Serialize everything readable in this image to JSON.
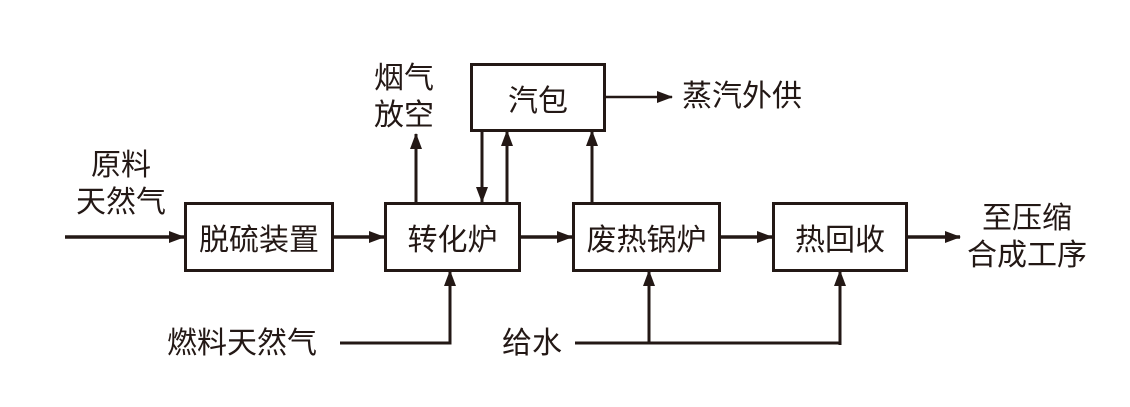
{
  "diagram": {
    "type": "process-flow",
    "nodes": {
      "desulfurization": "脱硫装置",
      "reformer": "转化炉",
      "waste_heat_boiler": "废热锅炉",
      "heat_recovery": "热回收",
      "steam_drum": "汽包"
    },
    "labels": {
      "feed_gas": [
        "原料",
        "天然气"
      ],
      "flue_gas": [
        "烟气",
        "放空"
      ],
      "steam_export": "蒸汽外供",
      "to_compression": [
        "至压缩",
        "合成工序"
      ],
      "fuel_gas": "燃料天然气",
      "feed_water": "给水"
    },
    "edges": [
      {
        "from": "原料天然气",
        "to": "脱硫装置"
      },
      {
        "from": "脱硫装置",
        "to": "转化炉"
      },
      {
        "from": "转化炉",
        "to": "废热锅炉"
      },
      {
        "from": "废热锅炉",
        "to": "热回收"
      },
      {
        "from": "热回收",
        "to": "至压缩合成工序"
      },
      {
        "from": "转化炉",
        "to": "烟气放空"
      },
      {
        "from": "汽包",
        "to": "转化炉"
      },
      {
        "from": "转化炉",
        "to": "汽包"
      },
      {
        "from": "废热锅炉",
        "to": "汽包"
      },
      {
        "from": "汽包",
        "to": "蒸汽外供"
      },
      {
        "from": "燃料天然气",
        "to": "转化炉"
      },
      {
        "from": "给水",
        "to": "废热锅炉"
      },
      {
        "from": "给水",
        "to": "热回收"
      }
    ]
  }
}
